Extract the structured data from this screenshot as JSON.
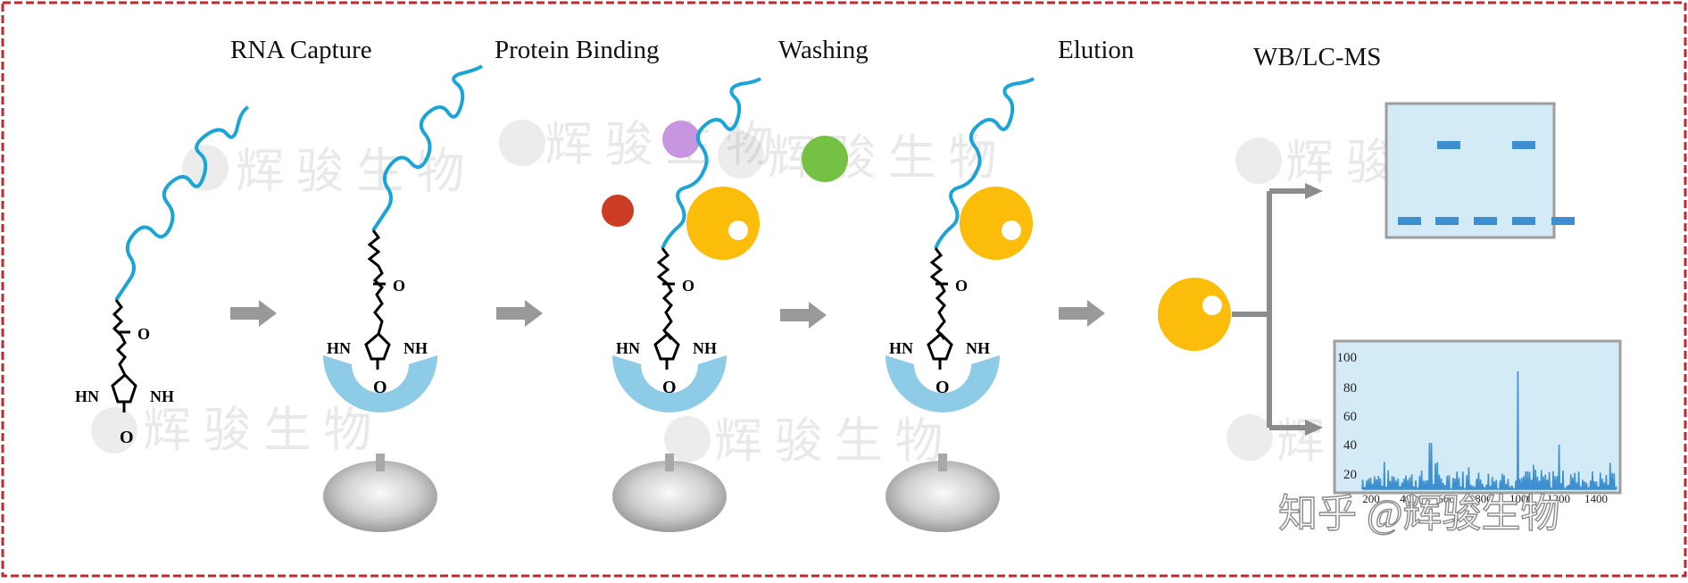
{
  "steps": {
    "rna_capture": "RNA Capture",
    "protein_binding": "Protein Binding",
    "washing": "Washing",
    "elution": "Elution",
    "wb_lcms": "WB/LC-MS"
  },
  "molecule_labels": {
    "hn": "HN",
    "nh": "NH",
    "o": "O"
  },
  "spectrum": {
    "y_ticks": [
      "100",
      "80",
      "60",
      "40",
      "20"
    ],
    "x_ticks": [
      "200",
      "400",
      "600",
      "800",
      "1000",
      "1200",
      "1400"
    ]
  },
  "watermark": {
    "brand": "辉 骏 生 物",
    "credit": "知乎 @辉骏生物"
  },
  "colors": {
    "border": "#c0282f",
    "rna": "#1aa5d6",
    "streptavidin": "#8ecbe6",
    "bead": "#cfcfcf",
    "target_protein": "#fbbd0a",
    "contaminant_purple": "#c896e0",
    "contaminant_green": "#74c143",
    "contaminant_red": "#cc3b23",
    "arrow": "#999999",
    "gel_bg": "#d3ebf7",
    "gel_band": "#3e8fd0",
    "panel_border": "#9e9e9e"
  }
}
